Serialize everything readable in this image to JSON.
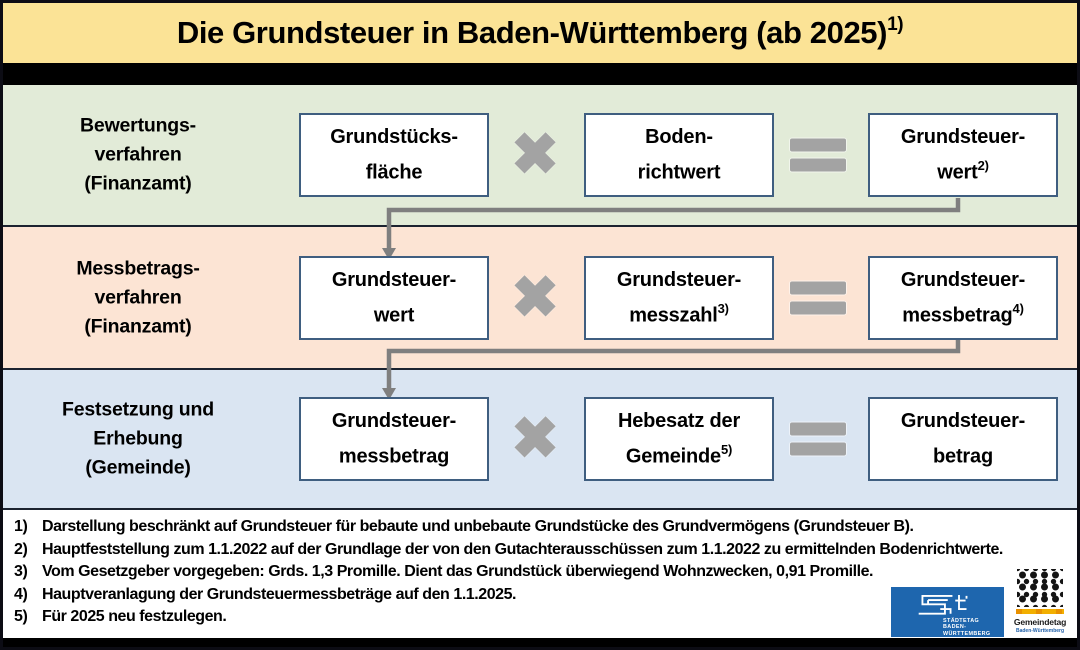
{
  "title": {
    "text": "Die Grundsteuer in Baden-Württemberg (ab 2025)",
    "sup": "1)"
  },
  "operators": {
    "multiply": "✖"
  },
  "rows": [
    {
      "label": [
        "Bewertungs-",
        "verfahren",
        "(Finanzamt)"
      ],
      "boxes": [
        {
          "line1": "Grundstücks-",
          "line2": "fläche",
          "sup": ""
        },
        {
          "line1": "Boden-",
          "line2": "richtwert",
          "sup": ""
        },
        {
          "line1": "Grundsteuer-",
          "line2": "wert",
          "sup": "2)"
        }
      ]
    },
    {
      "label": [
        "Messbetrags-",
        "verfahren",
        "(Finanzamt)"
      ],
      "boxes": [
        {
          "line1": "Grundsteuer-",
          "line2": "wert",
          "sup": ""
        },
        {
          "line1": "Grundsteuer-",
          "line2": "messzahl",
          "sup": "3)"
        },
        {
          "line1": "Grundsteuer-",
          "line2": "messbetrag",
          "sup": "4)"
        }
      ]
    },
    {
      "label": [
        "Festsetzung und",
        "Erhebung",
        "(Gemeinde)"
      ],
      "boxes": [
        {
          "line1": "Grundsteuer-",
          "line2": "messbetrag",
          "sup": ""
        },
        {
          "line1": "Hebesatz der",
          "line2": "Gemeinde",
          "sup": "5)"
        },
        {
          "line1": "Grundsteuer-",
          "line2": "betrag",
          "sup": ""
        }
      ]
    }
  ],
  "footnotes": [
    {
      "num": "1)",
      "text": "Darstellung beschränkt auf Grundsteuer für bebaute und unbebaute Grundstücke des Grundvermögens (Grundsteuer B)."
    },
    {
      "num": "2)",
      "text": "Hauptfeststellung zum 1.1.2022 auf der Grundlage der von den Gutachterausschüssen zum 1.1.2022 zu ermittelnden Bodenrichtwerte."
    },
    {
      "num": "3)",
      "text": "Vom Gesetzgeber vorgegeben: Grds. 1,3 Promille. Dient das Grundstück überwiegend Wohnzwecken, 0,91 Promille."
    },
    {
      "num": "4)",
      "text": "Hauptveranlagung der Grundsteuermessbeträge auf den 1.1.2025."
    },
    {
      "num": "5)",
      "text": "Für 2025 neu festzulegen."
    }
  ],
  "logos": {
    "staedtetag": {
      "line1": "STÄDTETAG",
      "line2": "BADEN-WÜRTTEMBERG"
    },
    "gemeindetag": {
      "name": "Gemeindetag",
      "region": "Baden-Württemberg"
    }
  },
  "colors": {
    "title_bg": "#FBE396",
    "row_bewertung_bg": "#E2EBD8",
    "row_messbetrag_bg": "#FCE4D4",
    "row_festsetzung_bg": "#DAE5F2",
    "box_border": "#3F5E80",
    "operator_gray": "#A3A3A3",
    "connector_gray": "#7F7F7F",
    "staedtetag_blue": "#1E66AE",
    "gemeindetag_yellow": "#F2AF00",
    "gemeindetag_blue": "#1F5FA8"
  }
}
